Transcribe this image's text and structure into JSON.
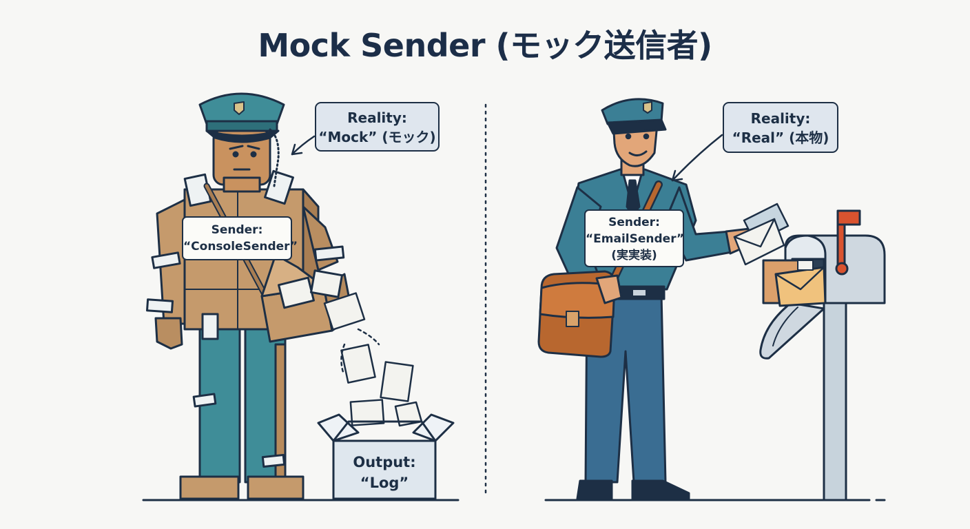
{
  "title": "Mock Sender (モック送信者)",
  "left": {
    "reality_callout": {
      "heading": "Reality:",
      "value": "“Mock” (モック)"
    },
    "sender_tag": {
      "heading": "Sender:",
      "value": "“ConsoleSender”"
    },
    "output_box": {
      "heading": "Output:",
      "value": "“Log”"
    }
  },
  "right": {
    "reality_callout": {
      "heading": "Reality:",
      "value": "“Real” (本物)"
    },
    "sender_tag": {
      "heading": "Sender:",
      "value": "“EmailSender”",
      "note": "(実実装)"
    }
  },
  "colors": {
    "outline": "#1d2f45",
    "cardboard": "#c59a6c",
    "teal": "#3f8d98",
    "uniform": "#3b7f95",
    "callout_fill": "#dfe6ee",
    "mailbox": "#cdd6de",
    "flag": "#d9532f"
  }
}
